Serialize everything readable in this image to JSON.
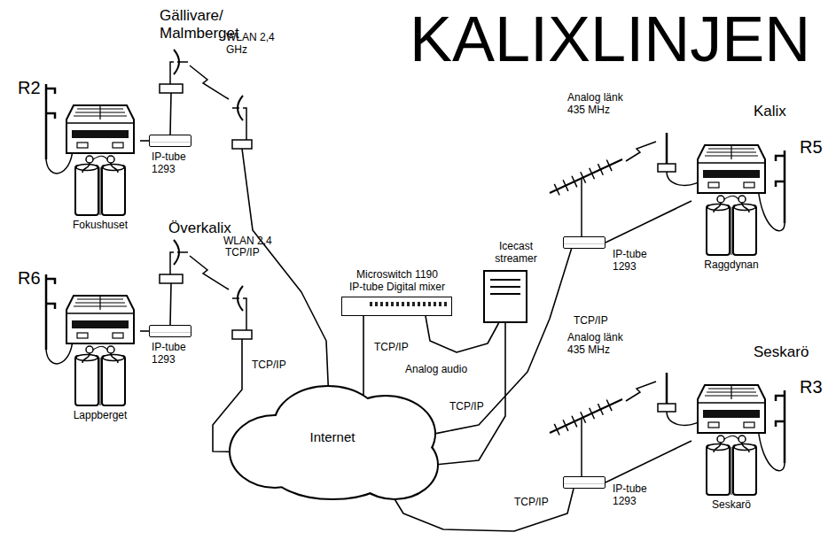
{
  "diagram": {
    "title": "KALIXLINJEN",
    "nodes": [
      {
        "text": [
          "Fokushuset"
        ]
      },
      {
        "text": [
          "IP-tube 1293"
        ]
      },
      {
        "text": [
          "Lappberget"
        ]
      },
      {
        "text": [
          "IP-tube 1293"
        ]
      },
      {
        "text": [
          "Internet"
        ]
      },
      {
        "text": [
          "Microswitch 1190 IP-tube Digital mixer"
        ]
      },
      {
        "text": [
          "Icecast streamer"
        ]
      },
      {
        "text": [
          "Raggdynan"
        ]
      },
      {
        "text": [
          "IP-tube 1293"
        ]
      },
      {
        "text": [
          "Seskarö"
        ]
      },
      {
        "text": [
          "IP-tube 1293"
        ]
      }
    ],
    "edges": [
      {
        "from": 0,
        "to": 1,
        "arrow": "none"
      },
      {
        "from": 1,
        "to": 4,
        "label": "TCP/IP",
        "arrow": "none"
      },
      {
        "from": 2,
        "to": 3,
        "arrow": "none"
      },
      {
        "from": 3,
        "to": 4,
        "label": "TCP/IP",
        "arrow": "none"
      },
      {
        "from": 5,
        "to": 4,
        "label": "TCP/IP",
        "arrow": "none"
      },
      {
        "from": 5,
        "to": 6,
        "label": "Analog audio",
        "arrow": "none"
      },
      {
        "from": 6,
        "to": 4,
        "label": "TCP/IP",
        "arrow": "none"
      },
      {
        "from": 7,
        "to": 8,
        "arrow": "none"
      },
      {
        "from": 8,
        "to": 4,
        "label": "TCP/IP",
        "arrow": "none"
      },
      {
        "from": 9,
        "to": 10,
        "arrow": "none"
      },
      {
        "from": 10,
        "to": 4,
        "label": "TCP/IP",
        "arrow": "none"
      }
    ],
    "labels": [
      "Gällivare/ Malmberget",
      "WLAN 2,4 GHz",
      "R2",
      "Överkalix",
      "WLAN 2,4 GHz",
      "R6",
      "Kalix",
      "Analog länk 435 MHz",
      "R5",
      "Seskarö",
      "Analog länk 435 MHz",
      "R3"
    ]
  }
}
